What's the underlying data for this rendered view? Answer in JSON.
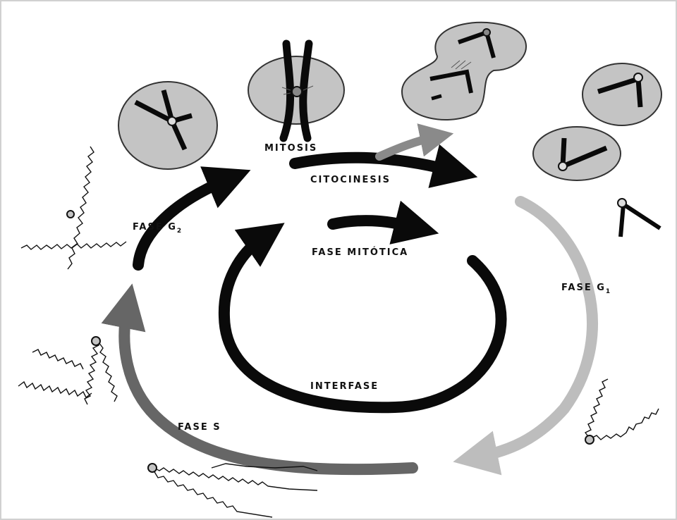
{
  "labels": {
    "mitosis": "MITOSIS",
    "citocinesis": "CITOCINESIS",
    "fase_g2": "FASE G",
    "fase_g2_sub": "2",
    "fase_mitotica": "FASE MITÓTICA",
    "fase_g1": "FASE G",
    "fase_g1_sub": "1",
    "interfase": "INTERFASE",
    "fase_s": "FASE S"
  },
  "colors": {
    "background": "#ffffff",
    "border": "#d0d0d0",
    "black": "#0a0a0a",
    "dark_gray": "#666666",
    "mid_gray": "#8a8a8a",
    "light_gray": "#bdbdbd",
    "cell_fill": "#c4c4c4"
  }
}
